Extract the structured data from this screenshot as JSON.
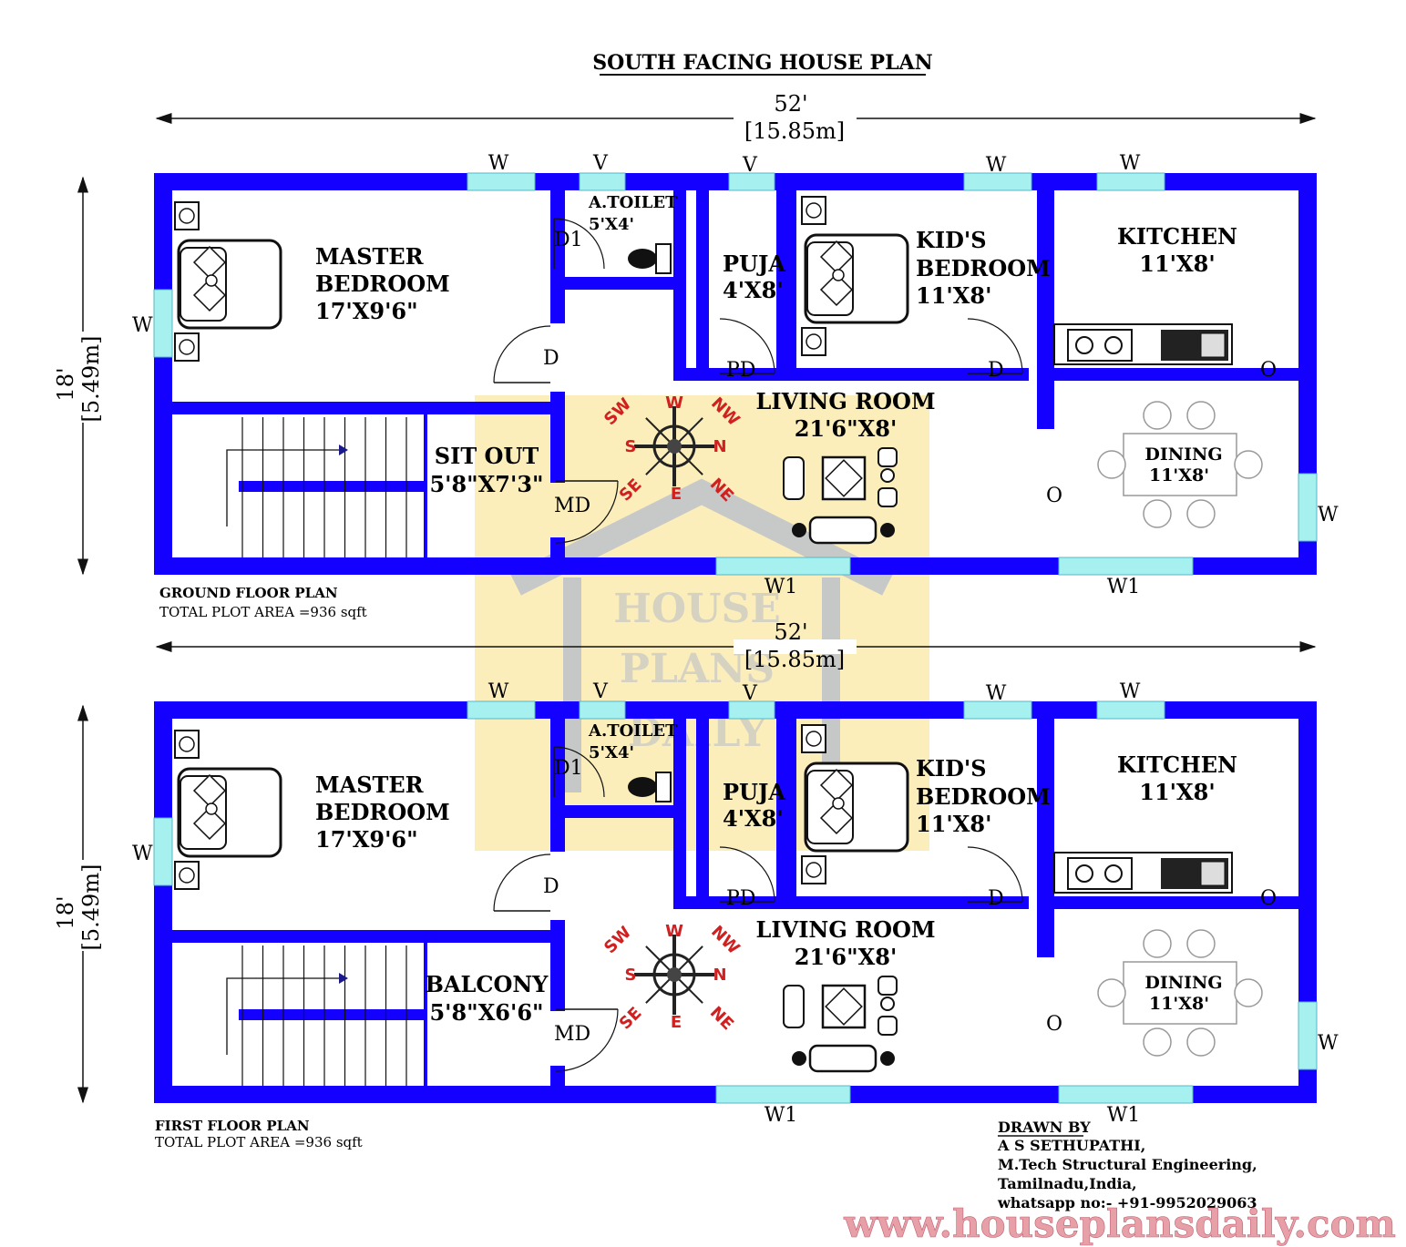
{
  "title": "SOUTH FACING HOUSE PLAN",
  "colors": {
    "wall": "#1400ff",
    "window": "#a6f0f0",
    "watermark_fill": "#fbeebb",
    "compass_text": "#d02020",
    "website": "#e8a0a8"
  },
  "floors": [
    {
      "name": "GROUND FLOOR PLAN",
      "area": "TOTAL PLOT AREA =936 sqft",
      "width_dim": "52'",
      "width_dim_m": "[15.85m]",
      "height_dim": "18'",
      "height_dim_m": "[5.49m]",
      "rooms": {
        "master": [
          "MASTER",
          "BEDROOM",
          "17'X9'6\""
        ],
        "toilet": [
          "A.TOILET",
          "5'X4'"
        ],
        "puja": [
          "PUJA",
          "4'X8'"
        ],
        "kids": [
          "KID'S",
          "BEDROOM",
          "11'X8'"
        ],
        "kitchen": [
          "KITCHEN",
          "11'X8'"
        ],
        "living": [
          "LIVING ROOM",
          "21'6\"X8'"
        ],
        "dining": [
          "DINING",
          "11'X8'"
        ],
        "front": [
          "SIT OUT",
          "5'8\"X7'3\""
        ]
      },
      "markers": {
        "w": "W",
        "v": "V",
        "w1": "W1",
        "d": "D",
        "d1": "D1",
        "pd": "PD",
        "md": "MD",
        "o": "O"
      }
    },
    {
      "name": "FIRST FLOOR PLAN",
      "area": "TOTAL PLOT AREA =936 sqft",
      "width_dim": "52'",
      "width_dim_m": "[15.85m]",
      "height_dim": "18'",
      "height_dim_m": "[5.49m]",
      "rooms": {
        "master": [
          "MASTER",
          "BEDROOM",
          "17'X9'6\""
        ],
        "toilet": [
          "A.TOILET",
          "5'X4'"
        ],
        "puja": [
          "PUJA",
          "4'X8'"
        ],
        "kids": [
          "KID'S",
          "BEDROOM",
          "11'X8'"
        ],
        "kitchen": [
          "KITCHEN",
          "11'X8'"
        ],
        "living": [
          "LIVING ROOM",
          "21'6\"X8'"
        ],
        "dining": [
          "DINING",
          "11'X8'"
        ],
        "front": [
          "BALCONY",
          "5'8\"X6'6\""
        ]
      },
      "markers": {
        "w": "W",
        "v": "V",
        "w1": "W1",
        "d": "D",
        "d1": "D1",
        "pd": "PD",
        "md": "MD",
        "o": "O"
      }
    }
  ],
  "compass": [
    "SW",
    "W",
    "NW",
    "S",
    "N",
    "SE",
    "E",
    "NE"
  ],
  "watermark": [
    "HOUSE",
    "PLANS",
    "DAILY"
  ],
  "credits": {
    "heading": "DRAWN BY",
    "lines": [
      "A S SETHUPATHI,",
      "M.Tech Structural Engineering,",
      "Tamilnadu,India,",
      "whatsapp no:- +91-9952029063"
    ]
  },
  "website": "www.houseplansdaily.com"
}
